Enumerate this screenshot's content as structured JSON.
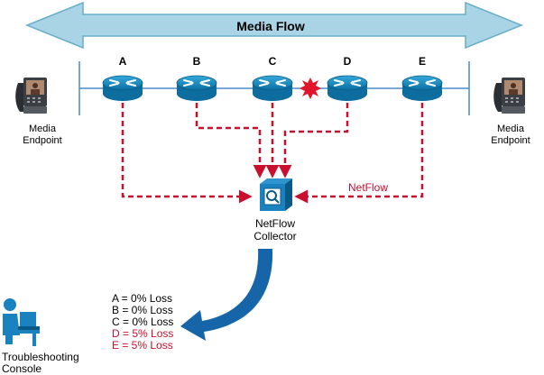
{
  "banner": {
    "label": "Media Flow"
  },
  "routers": [
    {
      "label": "A"
    },
    {
      "label": "B"
    },
    {
      "label": "C"
    },
    {
      "label": "D"
    },
    {
      "label": "E"
    }
  ],
  "endpoints": {
    "left": {
      "line1": "Media",
      "line2": "Endpoint"
    },
    "right": {
      "line1": "Media",
      "line2": "Endpoint"
    }
  },
  "collector": {
    "line1": "NetFlow",
    "line2": "Collector",
    "flow_label": "NetFlow"
  },
  "console": {
    "line1": "Troubleshooting",
    "line2": "Console"
  },
  "loss_report": [
    {
      "text": "A = 0% Loss",
      "status": "ok"
    },
    {
      "text": "B = 0% Loss",
      "status": "ok"
    },
    {
      "text": "C = 0% Loss",
      "status": "ok"
    },
    {
      "text": "D = 5% Loss",
      "status": "loss"
    },
    {
      "text": "E = 5% Loss",
      "status": "loss"
    }
  ],
  "colors": {
    "banner_fill": "#a8d4e6",
    "banner_stroke": "#6aaecb",
    "router": "#1a8fc4",
    "flow_arrow": "#c8102e",
    "report_arrow": "#1565a8",
    "loss_text": "#c8102e",
    "ok_text": "#000000",
    "fault_burst": "#e0142a"
  }
}
